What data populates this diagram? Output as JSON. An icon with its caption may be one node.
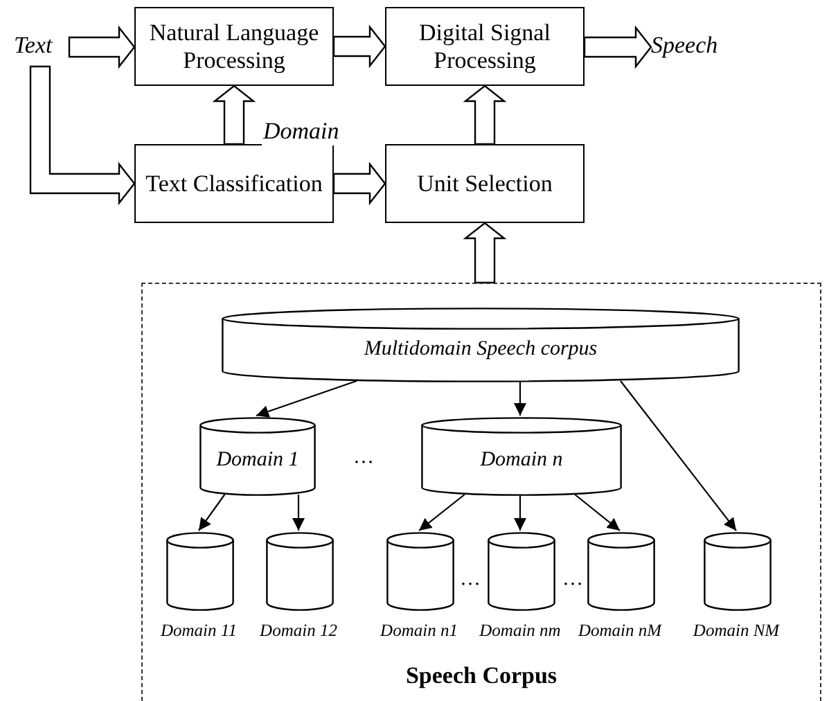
{
  "diagram": {
    "nodes": [
      {
        "text": [
          "Text"
        ]
      },
      {
        "text": [
          "Natural Language Processing"
        ]
      },
      {
        "text": [
          "Digital Signal Processing"
        ]
      },
      {
        "text": [
          "Speech"
        ]
      },
      {
        "text": [
          "Text Classification"
        ]
      },
      {
        "text": [
          "Unit Selection"
        ]
      },
      {
        "text": [
          "Speech Corpus"
        ]
      },
      {
        "text": [
          "Multidomain Speech corpus"
        ],
        "in": 6
      },
      {
        "text": [
          "Domain 1"
        ],
        "in": 6
      },
      {
        "text": [
          "Domain n"
        ],
        "in": 6
      },
      {
        "text": [],
        "shape": "cylinder",
        "in": 6,
        "beside": [
          "Domain 11"
        ]
      },
      {
        "text": [],
        "shape": "cylinder",
        "in": 6,
        "beside": [
          "Domain 12"
        ]
      },
      {
        "text": [],
        "shape": "cylinder",
        "in": 6,
        "beside": [
          "Domain n1"
        ]
      },
      {
        "text": [],
        "shape": "cylinder",
        "in": 6,
        "beside": [
          "Domain nm"
        ]
      },
      {
        "text": [],
        "shape": "cylinder",
        "in": 6,
        "beside": [
          "Domain nM"
        ]
      },
      {
        "text": [],
        "shape": "cylinder",
        "in": 6,
        "beside": [
          "Domain NM"
        ]
      }
    ],
    "edges": [
      {
        "from": 0,
        "to": 1,
        "arrow": "to",
        "style": "thick"
      },
      {
        "from": 0,
        "to": 4,
        "arrow": "to",
        "style": "thick"
      },
      {
        "from": 1,
        "to": 2,
        "arrow": "to",
        "style": "thick"
      },
      {
        "from": 2,
        "to": 3,
        "arrow": "to",
        "style": "thick"
      },
      {
        "from": 4,
        "to": 1,
        "arrow": "to",
        "style": "thick",
        "label": "Domain"
      },
      {
        "from": 4,
        "to": 5,
        "arrow": "to",
        "style": "thick"
      },
      {
        "from": 5,
        "to": 2,
        "arrow": "to",
        "style": "thick"
      },
      {
        "from": 6,
        "to": 5,
        "arrow": "to",
        "style": "thick"
      },
      {
        "from": 7,
        "to": 8,
        "arrow": "to"
      },
      {
        "from": 7,
        "to": 9,
        "arrow": "to"
      },
      {
        "from": 7,
        "to": 15,
        "arrow": "to"
      },
      {
        "from": 8,
        "to": 10,
        "arrow": "to"
      },
      {
        "from": 8,
        "to": 11,
        "arrow": "to"
      },
      {
        "from": 9,
        "to": 12,
        "arrow": "to"
      },
      {
        "from": 9,
        "to": 13,
        "arrow": "to"
      },
      {
        "from": 9,
        "to": 14,
        "arrow": "to"
      }
    ],
    "labels": [
      "…",
      "…",
      "…"
    ]
  }
}
